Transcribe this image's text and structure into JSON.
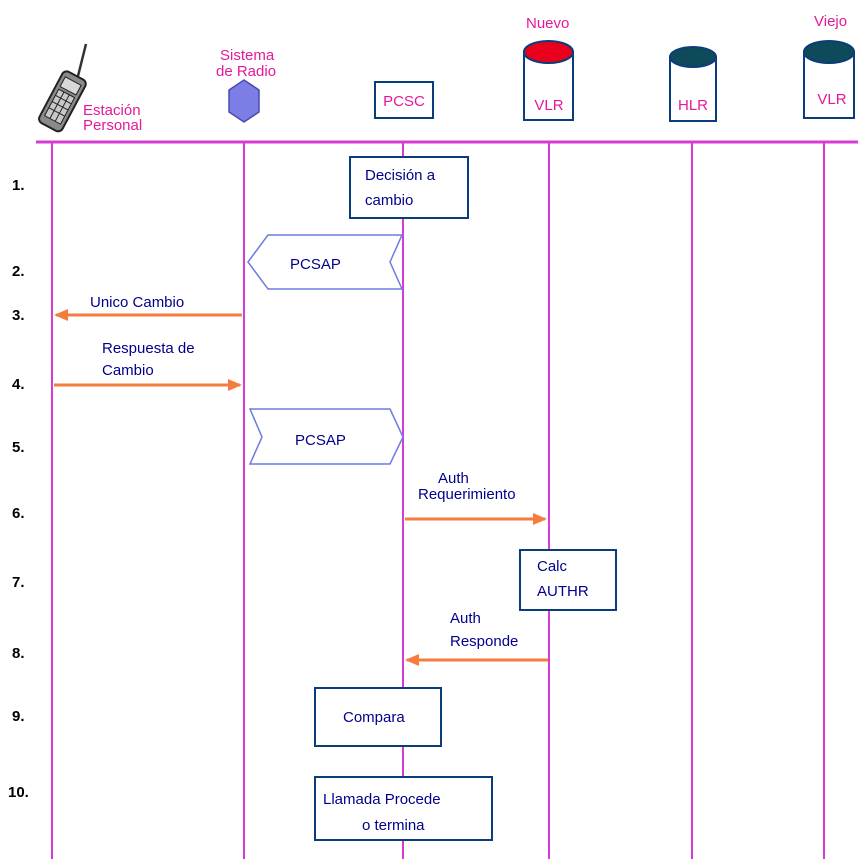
{
  "colors": {
    "lifeline": "#d63bd6",
    "header_text": "#e4199a",
    "message_text": "#00008b",
    "arrow": "#f47c3c",
    "box_border": "#0a3d7a",
    "new_vlr_cap": "#e8001c",
    "db_cap": "#0f4a5a",
    "radio_node": "#7d7de6"
  },
  "header": {
    "phone_label_1": "Estación",
    "phone_label_2": "Personal",
    "radio_label_1": "Sistema",
    "radio_label_2": "de Radio",
    "pcsc_label": "PCSC",
    "new_vlr_caption": "Nuevo",
    "new_vlr_label": "VLR",
    "hlr_label": "HLR",
    "old_vlr_caption": "Viejo",
    "old_vlr_label": "VLR"
  },
  "steps": [
    "1.",
    "2.",
    "3.",
    "4.",
    "5.",
    "6.",
    "7.",
    "8.",
    "9.",
    "10."
  ],
  "messages": {
    "s1_line1": "Decisión a",
    "s1_line2": "cambio",
    "s2": "PCSAP",
    "s3": "Unico Cambio",
    "s4_line1": "Respuesta de",
    "s4_line2": "Cambio",
    "s5": "PCSAP",
    "s6_line1": "Auth",
    "s6_line2": "Requerimiento",
    "s7_line1": "Calc",
    "s7_line2": "AUTHR",
    "s8_line1": "Auth",
    "s8_line2": "Responde",
    "s9": "Compara",
    "s10_line1": "Llamada Procede",
    "s10_line2": "o termina"
  }
}
